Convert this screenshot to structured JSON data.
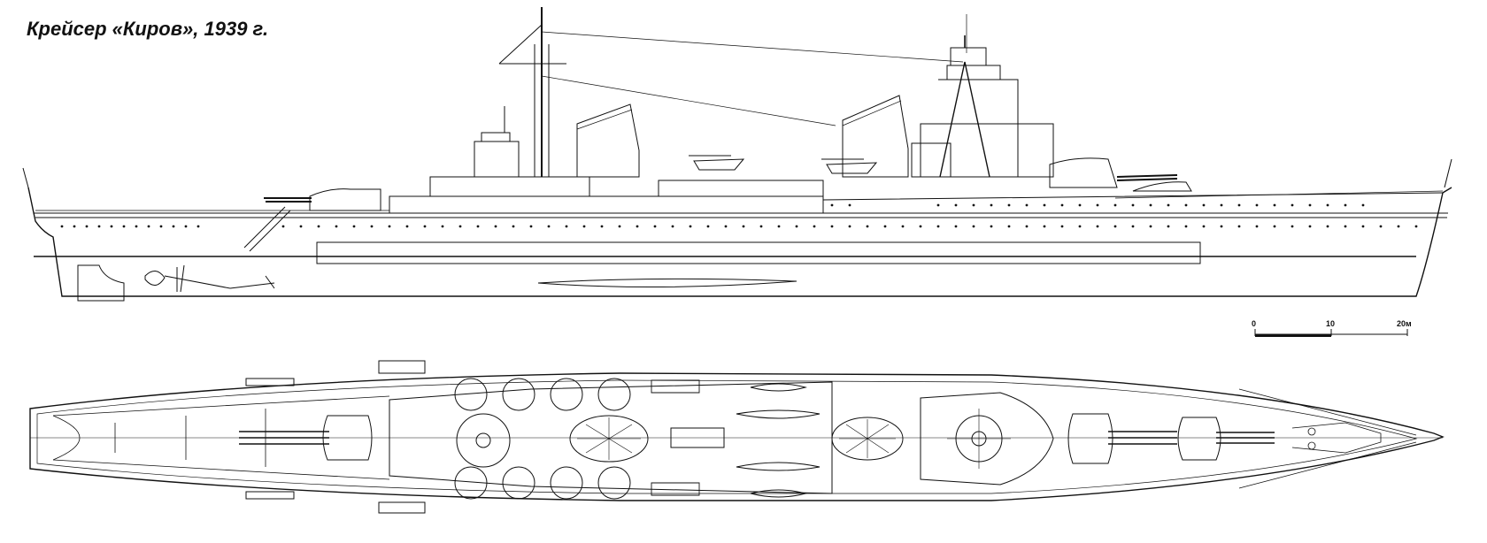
{
  "title": "Крейсер «Киров», 1939 г.",
  "scale_bar": {
    "ticks": [
      "0",
      "10",
      "20м"
    ],
    "values_m": [
      0,
      10,
      20
    ]
  },
  "colors": {
    "ink": "#111111",
    "paper": "#ffffff"
  }
}
